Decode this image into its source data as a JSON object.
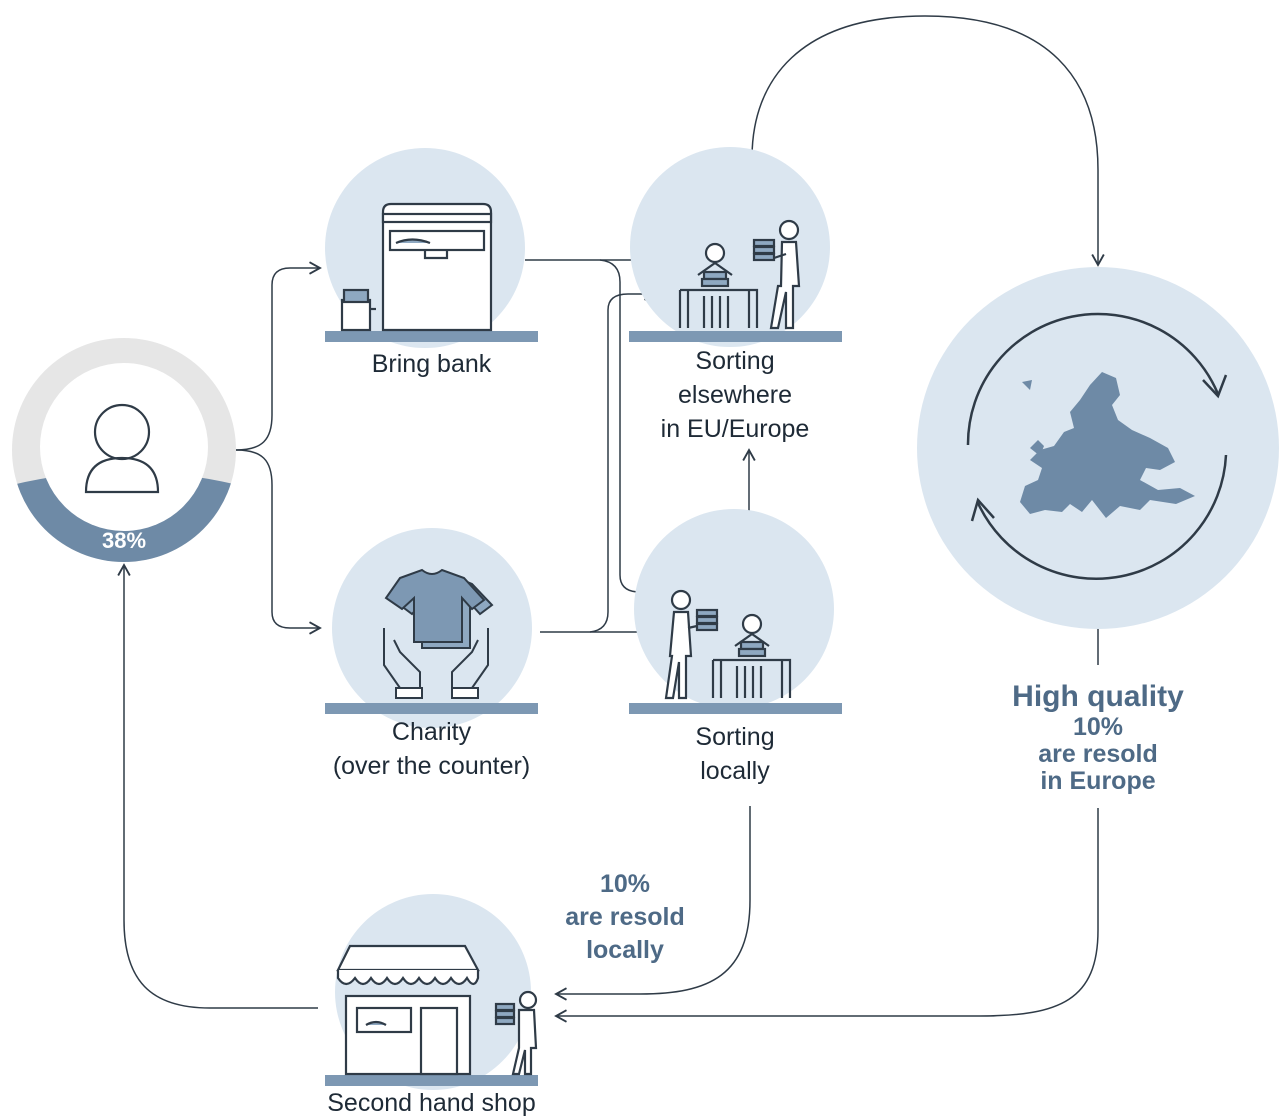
{
  "colors": {
    "circle_fill": "#dbe6f0",
    "ring_grey": "#e6e6e6",
    "ring_blue": "#6e8aa6",
    "ground": "#7d98b3",
    "line": "#2f3b47",
    "stat_text": "#4e6a86"
  },
  "consumer": {
    "percent": "38%",
    "icon": "person-icon"
  },
  "nodes": {
    "bring_bank": {
      "label": "Bring bank",
      "icon": "bring-bank-container-icon"
    },
    "charity": {
      "label_line1": "Charity",
      "label_line2": "(over the counter)",
      "icon": "clothes-in-hands-icon"
    },
    "sorting_elsewhere": {
      "label_line1": "Sorting",
      "label_line2": "elsewhere",
      "label_line3": "in EU/Europe",
      "icon": "sorting-workers-icon"
    },
    "sorting_locally": {
      "label_line1": "Sorting",
      "label_line2": "locally",
      "icon": "sorting-workers-icon"
    },
    "second_hand_shop": {
      "label": "Second hand shop",
      "icon": "shop-icon"
    },
    "europe": {
      "icon": "europe-map-cycle-icon"
    }
  },
  "high_quality": {
    "title": "High quality",
    "line1": "10%",
    "line2": "are resold",
    "line3": "in Europe"
  },
  "local_resale": {
    "line1": "10%",
    "line2": "are resold",
    "line3": "locally"
  }
}
